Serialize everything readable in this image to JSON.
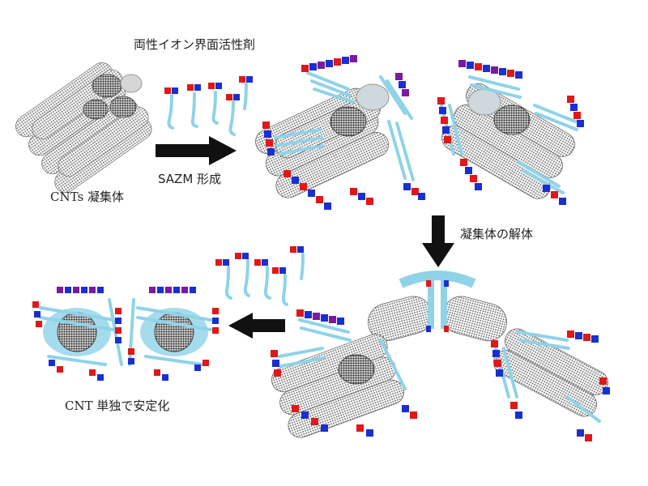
{
  "labels": {
    "surfactant": "両性イオン界面活性剤",
    "sazm": "SAZM 形成",
    "aggregate": "CNTs 凝集体",
    "dissolution": "凝集体の解体",
    "stabilized": "CNT 単独で安定化"
  },
  "colors": {
    "nanotube": "#777777",
    "tail": "#8fd3e8",
    "head_red": "#e01818",
    "head_blue": "#1a2fd0",
    "head_purple": "#7a1aa0",
    "arrow": "#111111"
  }
}
